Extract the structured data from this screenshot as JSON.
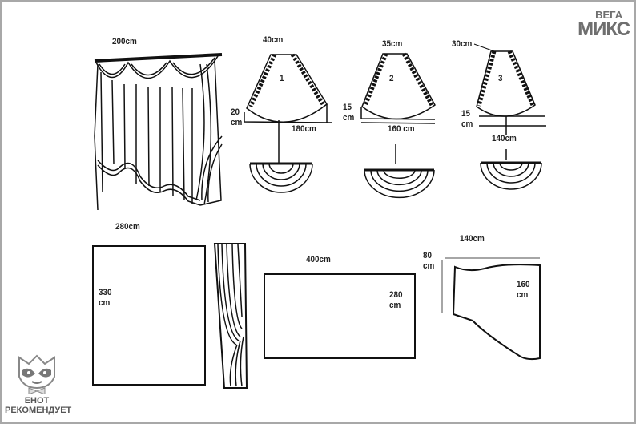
{
  "logo": {
    "line1": "ВЕГА",
    "line2": "МИКС"
  },
  "badge": {
    "line1": "ЕНОТ",
    "line2": "РЕКОМЕНДУЕТ"
  },
  "top": {
    "curtain_width": "200cm",
    "piece1": {
      "top": "40cm",
      "num": "1",
      "side": "20 cm",
      "bottom": "180cm"
    },
    "piece2": {
      "top": "35cm",
      "num": "2",
      "side": "15 cm",
      "bottom": "160 cm"
    },
    "piece3": {
      "top": "30cm",
      "num": "3",
      "side": "15 cm",
      "bottom": "140cm"
    }
  },
  "bottom": {
    "panel": {
      "width": "280cm",
      "height": "330 cm"
    },
    "rect": {
      "width": "400cm",
      "height": "280 cm"
    },
    "shaped": {
      "width": "140cm",
      "side": "80 cm",
      "height": "160 cm"
    }
  },
  "colors": {
    "line": "#111111",
    "logo": "#6f6f6f",
    "border": "#a8a8a8"
  }
}
